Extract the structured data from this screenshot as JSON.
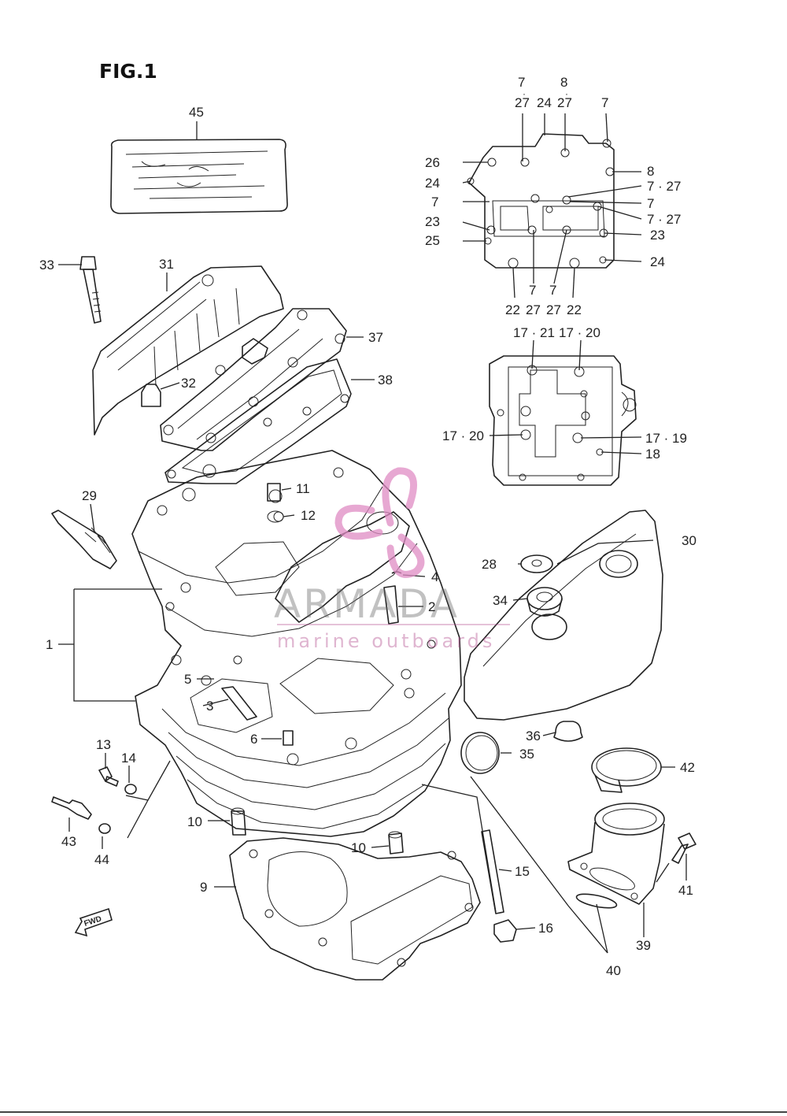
{
  "figure_title": "FIG.1",
  "watermark": {
    "name": "ARMADA",
    "tagline": "marine outboards",
    "color": "#e08cc4"
  },
  "fwd_label": "FWD",
  "labels": {
    "l45": "45",
    "l26": "26",
    "l24a": "24",
    "l7a": "7",
    "l23a": "23",
    "l25": "25",
    "l7t1": "7",
    "l27t1": "27",
    "l24t": "24",
    "l8t": "8",
    "l27t2": "27",
    "l7t2": "7",
    "l8r": "8",
    "l727a": "7 · 27",
    "l7r1": "7",
    "l727b": "7 · 27",
    "l7r2": "7",
    "l23r": "23",
    "l24r": "24",
    "l22a": "22",
    "l7b1": "7",
    "l27b1": "27",
    "l7b2": "7",
    "l27b2": "27",
    "l22b": "22",
    "l1721": "17 · 21",
    "l1720a": "17 · 20",
    "l1720b": "17 · 20",
    "l1719": "17 · 19",
    "l18": "18",
    "l33": "33",
    "l31": "31",
    "l37": "37",
    "l38": "38",
    "l32": "32",
    "l29": "29",
    "l11": "11",
    "l12": "12",
    "l4": "4",
    "l2": "2",
    "l1": "1",
    "l5": "5",
    "l3": "3",
    "l6": "6",
    "l28": "28",
    "l30": "30",
    "l34": "34",
    "l36": "36",
    "l35": "35",
    "l42": "42",
    "l13": "13",
    "l14": "14",
    "l43": "43",
    "l44": "44",
    "l10a": "10",
    "l10b": "10",
    "l9": "9",
    "l15": "15",
    "l16": "16",
    "l41": "41",
    "l39": "39",
    "l40": "40"
  }
}
